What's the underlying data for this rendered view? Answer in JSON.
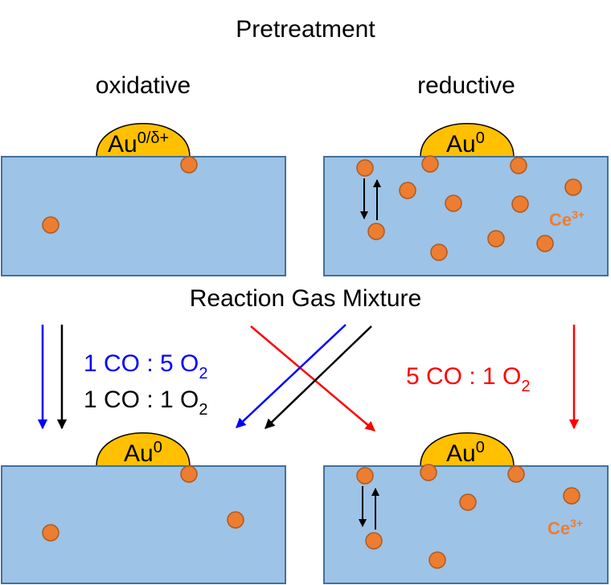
{
  "title": "Pretreatment",
  "panels": {
    "oxidative_label": "oxidative",
    "reductive_label": "reductive"
  },
  "particles": {
    "top_left": {
      "base": "Au",
      "sup": "0/δ+"
    },
    "top_right": {
      "base": "Au",
      "sup": "0"
    },
    "bottom_left": {
      "base": "Au",
      "sup": "0"
    },
    "bottom_right": {
      "base": "Au",
      "sup": "0"
    }
  },
  "ce_label": {
    "base": "Ce",
    "sup": "3+"
  },
  "reaction_title": "Reaction Gas Mixture",
  "conditions": {
    "blue": {
      "a": "1 CO : 5 O",
      "sub": "2"
    },
    "black": {
      "a": "1 CO : 1 O",
      "sub": "2"
    },
    "red": {
      "a": "5 CO : 1 O",
      "sub": "2"
    }
  },
  "colors": {
    "support_fill": "#9dc3e6",
    "support_stroke": "#41719c",
    "gold": "#ffc000",
    "vacancy": "#ed7d31",
    "vacancy_stroke": "#ae5a21",
    "blue_arrow": "#0000ff",
    "red_arrow": "#ff0000",
    "black_arrow": "#000000",
    "ce_text": "#ed7d31"
  }
}
